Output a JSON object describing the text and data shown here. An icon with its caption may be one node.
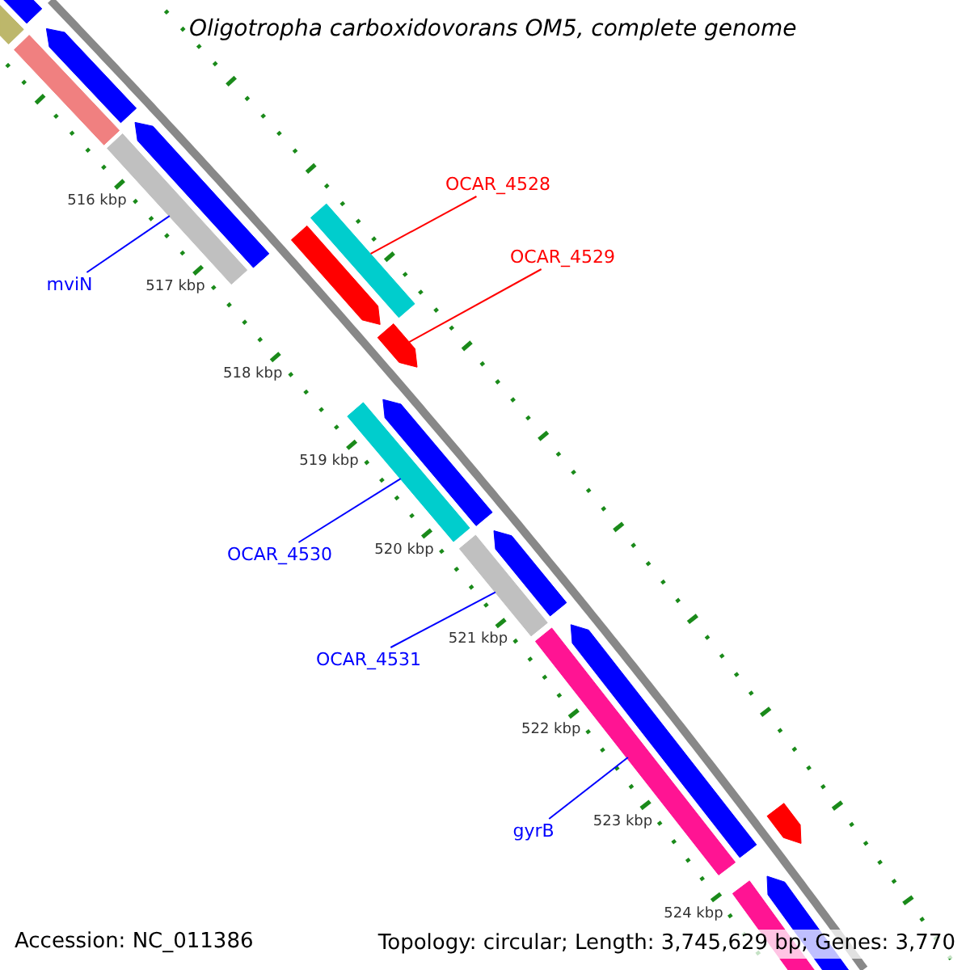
{
  "diagram": {
    "title": "Oligotropha carboxidovorans OM5, complete genome",
    "nodes": [
      {
        "text": [
          "mviN"
        ]
      },
      {
        "text": [
          "OCAR_4528"
        ]
      },
      {
        "text": [
          "OCAR_4529"
        ]
      },
      {
        "text": [
          "OCAR_4530"
        ]
      },
      {
        "text": [
          "OCAR_4531"
        ]
      },
      {
        "text": [
          "gyrB"
        ]
      },
      {
        "text": [],
        "shape": "bar"
      },
      {
        "text": [],
        "shape": "bar"
      },
      {
        "text": [],
        "shape": "bar"
      },
      {
        "text": [],
        "shape": "bar"
      },
      {
        "text": [],
        "shape": "bar"
      },
      {
        "text": [],
        "shape": "bar"
      },
      {
        "text": [],
        "shape": "bar"
      },
      {
        "text": [],
        "shape": "bar"
      },
      {
        "text": [],
        "shape": "bar"
      },
      {
        "text": [],
        "shape": "bar"
      },
      {
        "text": [],
        "shape": "bar"
      },
      {
        "text": [],
        "shape": "bar"
      },
      {
        "text": [],
        "shape": "bar"
      },
      {
        "text": [],
        "shape": "bar"
      },
      {
        "text": [],
        "shape": "bar"
      },
      {
        "text": [],
        "shape": "bar"
      },
      {
        "text": [],
        "shape": "bar"
      },
      {
        "text": [],
        "shape": "bar"
      }
    ],
    "edges": [
      {
        "from": 0,
        "to": 10,
        "arrow": "none"
      },
      {
        "from": 1,
        "to": 12,
        "arrow": "none",
        "color": "#ff0000"
      },
      {
        "from": 2,
        "to": 14,
        "arrow": "none",
        "color": "#ff0000"
      },
      {
        "from": 3,
        "to": 15,
        "arrow": "none"
      },
      {
        "from": 4,
        "to": 17,
        "arrow": "none"
      },
      {
        "from": 5,
        "to": 19,
        "arrow": "none"
      }
    ],
    "labels": [
      "516 kbp",
      "517 kbp",
      "518 kbp",
      "519 kbp",
      "520 kbp",
      "521 kbp",
      "522 kbp",
      "523 kbp",
      "524 kbp",
      "Accession: NC_011386",
      "Topology: circular; Length: 3,745,629 bp; Genes: 3,770"
    ]
  }
}
